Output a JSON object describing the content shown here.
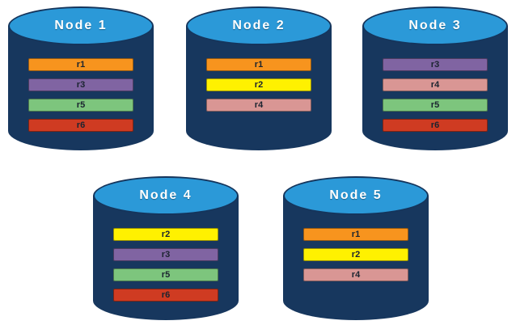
{
  "diagram": {
    "background_color": "#FFFFFF",
    "cylinder_body_color": "#17375E",
    "cylinder_top_color": "#2B99D8",
    "replica_colors": {
      "r1": "#F7941E",
      "r2": "#FFF100",
      "r3": "#8064A2",
      "r4": "#D99694",
      "r5": "#7DC57D",
      "r6": "#CF3B22"
    },
    "nodes": [
      {
        "title": "Node 1",
        "bars": [
          {
            "label": "r1",
            "color": "#F7941E"
          },
          {
            "label": "r3",
            "color": "#8064A2"
          },
          {
            "label": "r5",
            "color": "#7DC57D"
          },
          {
            "label": "r6",
            "color": "#CF3B22"
          }
        ]
      },
      {
        "title": "Node 2",
        "bars": [
          {
            "label": "r1",
            "color": "#F7941E"
          },
          {
            "label": "r2",
            "color": "#FFF100"
          },
          {
            "label": "r4",
            "color": "#D99694"
          }
        ]
      },
      {
        "title": "Node 3",
        "bars": [
          {
            "label": "r3",
            "color": "#8064A2"
          },
          {
            "label": "r4",
            "color": "#D99694"
          },
          {
            "label": "r5",
            "color": "#7DC57D"
          },
          {
            "label": "r6",
            "color": "#CF3B22"
          }
        ]
      },
      {
        "title": "Node 4",
        "bars": [
          {
            "label": "r2",
            "color": "#FFF100"
          },
          {
            "label": "r3",
            "color": "#8064A2"
          },
          {
            "label": "r5",
            "color": "#7DC57D"
          },
          {
            "label": "r6",
            "color": "#CF3B22"
          }
        ]
      },
      {
        "title": "Node 5",
        "bars": [
          {
            "label": "r1",
            "color": "#F7941E"
          },
          {
            "label": "r2",
            "color": "#FFF100"
          },
          {
            "label": "r4",
            "color": "#D99694"
          }
        ]
      }
    ]
  }
}
